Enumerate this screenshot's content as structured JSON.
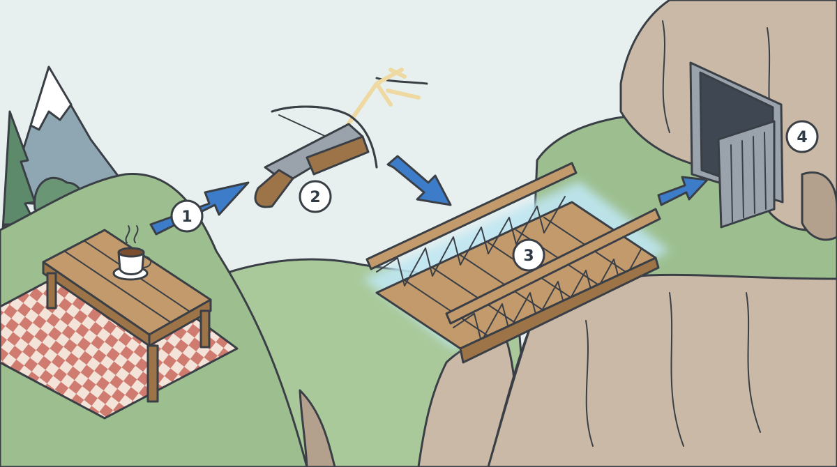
{
  "colors": {
    "sky": "#e8f0ef",
    "grass": "#9dbf8f",
    "grass_light": "#a9c99a",
    "rock": "#c9b9a6",
    "rock_dark": "#b3a18d",
    "wood": "#c39a6b",
    "wood_dark": "#9c7448",
    "cloth_red": "#cf7b70",
    "cloth_light": "#f3e3d9",
    "arrow": "#3d7cc9",
    "steel": "#9aa3ac",
    "glow": "#bfe6f2"
  },
  "steps": [
    {
      "label": "1",
      "icon": "picnic-table-icon"
    },
    {
      "label": "2",
      "icon": "crossbow-icon"
    },
    {
      "label": "3",
      "icon": "bridge-icon"
    },
    {
      "label": "4",
      "icon": "steel-door-icon"
    }
  ]
}
